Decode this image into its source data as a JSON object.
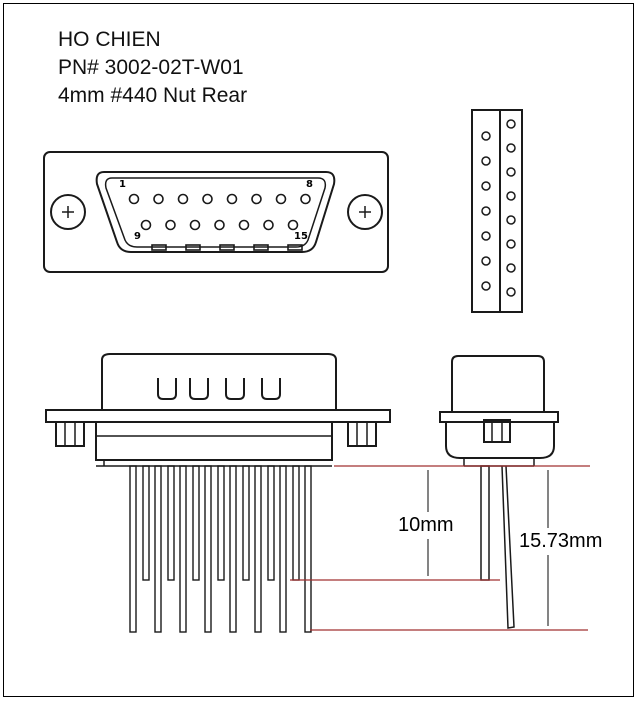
{
  "header": {
    "manufacturer": "HO CHIEN",
    "part_number": "PN# 3002-02T-W01",
    "description": "4mm #440 Nut Rear"
  },
  "front_view": {
    "pin_label_top_left": "1",
    "pin_label_top_right": "8",
    "pin_label_bottom_left": "9",
    "pin_label_bottom_right": "15",
    "top_row_pins": 8,
    "bottom_row_pins": 7
  },
  "dimensions": {
    "short_pin_length": "10mm",
    "long_pin_length": "15.73mm"
  },
  "colors": {
    "line": "#1a1a1a",
    "dimension_line": "#a03030"
  }
}
